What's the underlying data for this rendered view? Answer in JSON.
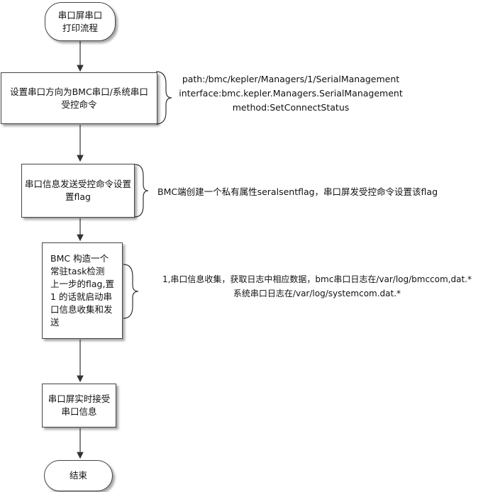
{
  "flowchart": {
    "start": "串口屏串口\n打印流程",
    "step1": "设置串口方向为BMC串口/系统串口\n受控命令",
    "step2": "串口信息发送受控命令设置\n置flag",
    "step3": "BMC 构造一个\n常驻task检测\n上一步的flag,置\n1 的话就启动串\n口信息收集和发\n送",
    "step4": "串口屏实时接受\n串口信息",
    "end": "结束"
  },
  "annotations": {
    "note1": "path:/bmc/kepler/Managers/1/SerialManagement\ninterface:bmc.kepler.Managers.SerialManagement\nmethod:SetConnectStatus",
    "note2": "BMC端创建一个私有属性seralsentflag，串口屏发受控命令设置该flag",
    "note3": "1,串口信息收集，获取日志中相应数据，bmc串口日志在/var/log/bmccom,dat.*\n系统串口日志在/var/log/systemcom.dat.*"
  },
  "colors": {
    "line": "#333333",
    "border": "#444444"
  }
}
